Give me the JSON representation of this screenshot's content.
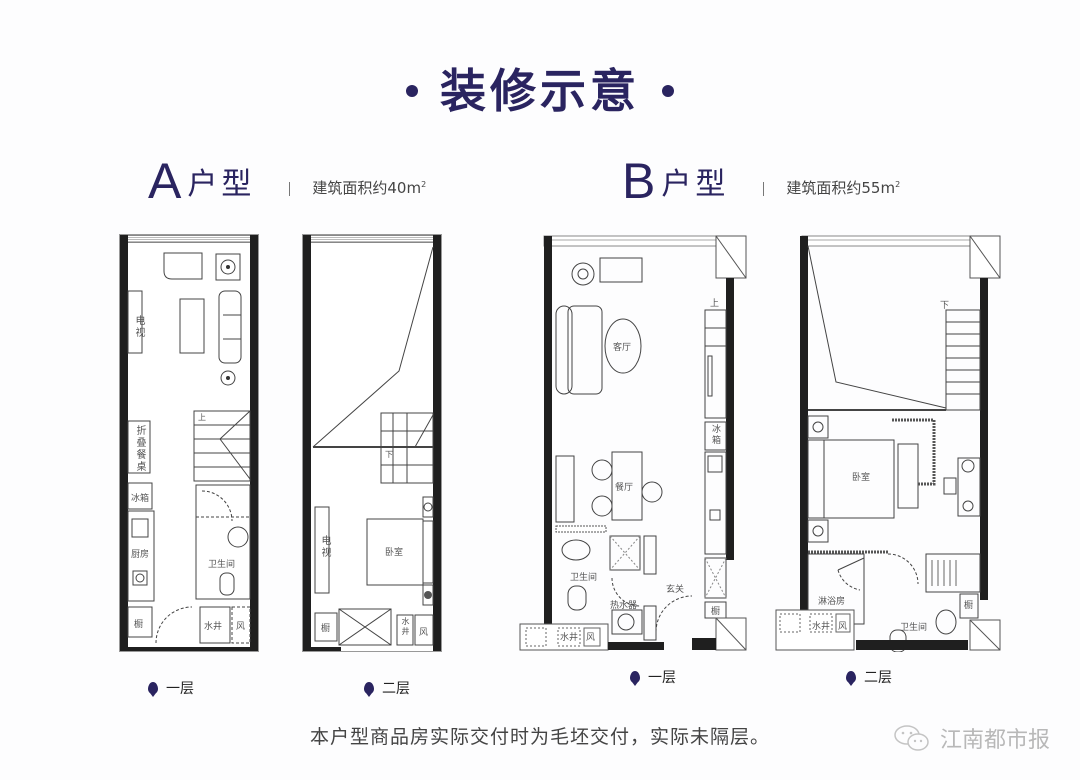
{
  "header": {
    "title": "装修示意"
  },
  "unit_a": {
    "letter": "A",
    "word": "户型",
    "area_text": "建筑面积约40m",
    "area_sup": "2",
    "floor1": {
      "label": "一层",
      "rooms": {
        "tv": "电视",
        "folding_table": "折叠餐桌",
        "fridge": "冰箱",
        "kitchen": "厨房",
        "cabinet": "橱",
        "bathroom": "卫生间",
        "water_shaft": "水井",
        "wind": "风",
        "up": "上"
      }
    },
    "floor2": {
      "label": "二层",
      "rooms": {
        "down": "下",
        "tv": "电视",
        "bedroom": "卧室",
        "cabinet": "橱",
        "water_shaft": "水井",
        "wind": "风"
      }
    }
  },
  "unit_b": {
    "letter": "B",
    "word": "户型",
    "area_text": "建筑面积约55m",
    "area_sup": "2",
    "floor1": {
      "label": "一层",
      "rooms": {
        "living": "客厅",
        "up": "上",
        "fridge": "冰箱",
        "dining": "餐厅",
        "bathroom": "卫生间",
        "entrance": "玄关",
        "water_heater": "热水器",
        "water_shaft": "水井",
        "wind": "风",
        "cabinet": "橱"
      }
    },
    "floor2": {
      "label": "二层",
      "rooms": {
        "down": "下",
        "bedroom": "卧室",
        "shower": "淋浴房",
        "bathroom": "卫生间",
        "water_shaft": "水井",
        "wind": "风",
        "cabinet": "橱"
      }
    }
  },
  "footer": {
    "note": "本户型商品房实际交付时为毛坯交付，实际未隔层。",
    "watermark": "江南都市报"
  },
  "colors": {
    "accent": "#2a2460",
    "wall": "#1f1f1f",
    "text": "#444444",
    "watermark": "#b8b8b8"
  }
}
